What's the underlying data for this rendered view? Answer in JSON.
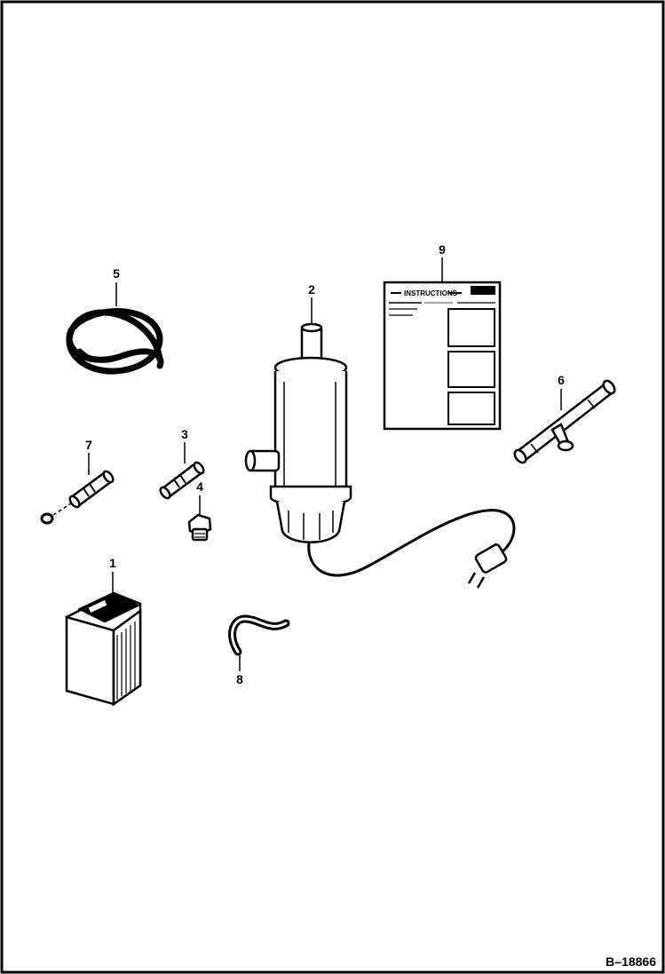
{
  "callouts": {
    "c1": "1",
    "c2": "2",
    "c3": "3",
    "c4": "4",
    "c5": "5",
    "c6": "6",
    "c7": "7",
    "c8": "8",
    "c9": "9"
  },
  "instruction_sheet": {
    "heading": "INSTRUCTIONS"
  },
  "figure_id": "B–18866",
  "colors": {
    "line": "#000000",
    "paper": "#ffffff"
  }
}
